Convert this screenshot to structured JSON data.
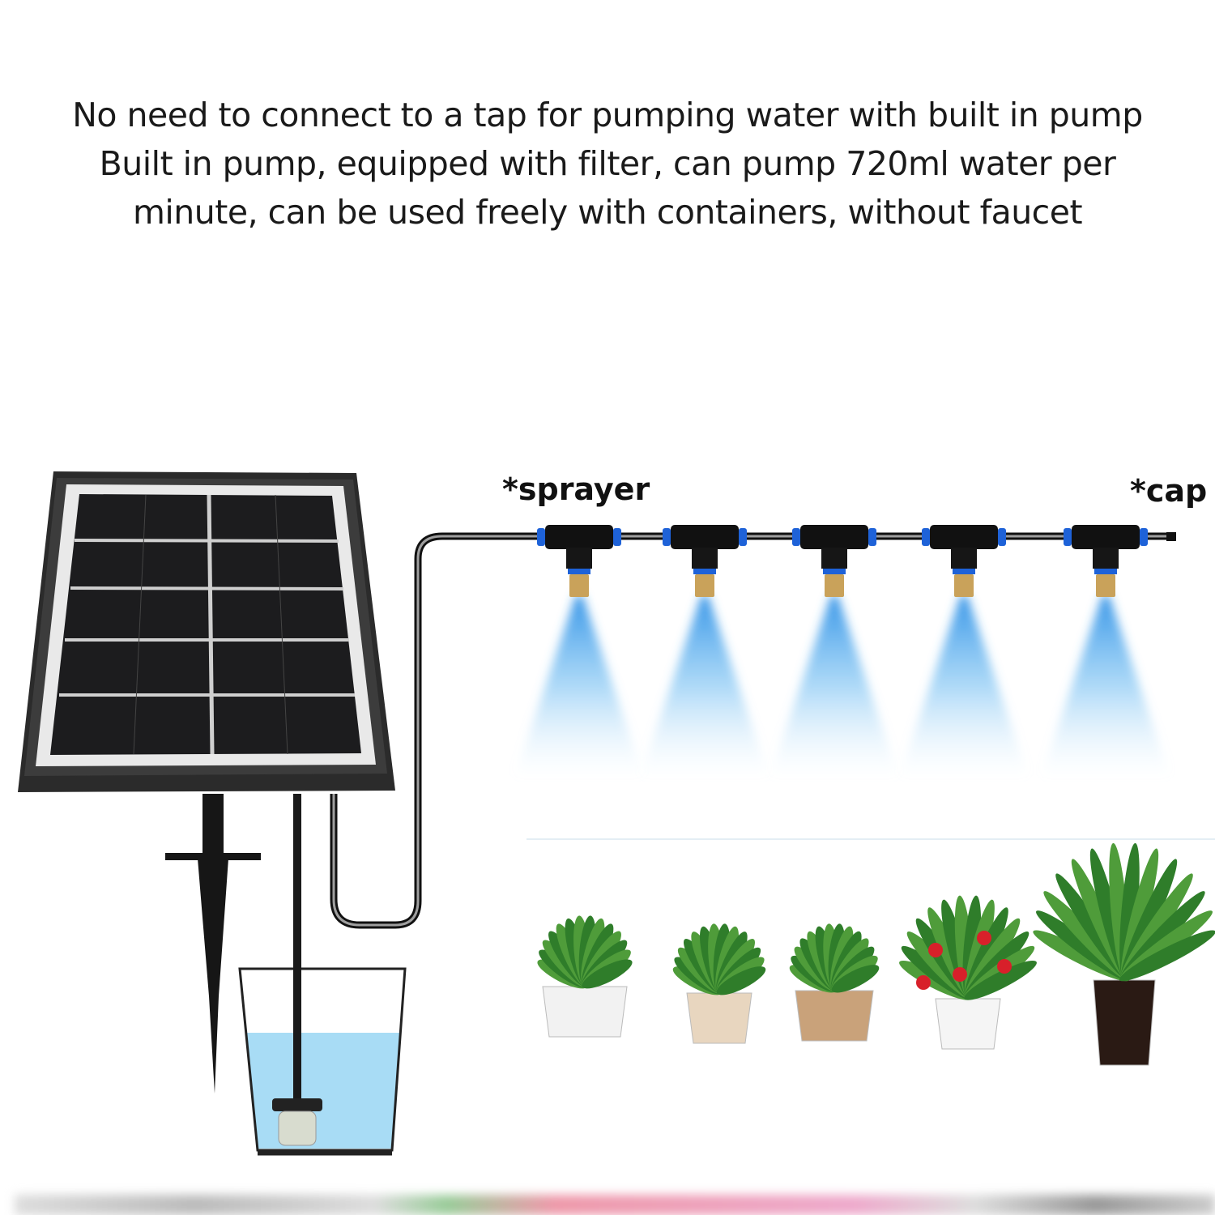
{
  "caption": {
    "lines": [
      "No need to connect to a tap for pumping water with built in pump",
      "Built in pump, equipped with filter, can pump 720ml water per",
      "minute, can be used freely with containers, without faucet"
    ]
  },
  "labels": {
    "sprayer": "*sprayer",
    "cap": "*cap"
  },
  "colors": {
    "mist": "#3aa0ea",
    "water": "#a8dcf5",
    "hose": "#111111"
  }
}
